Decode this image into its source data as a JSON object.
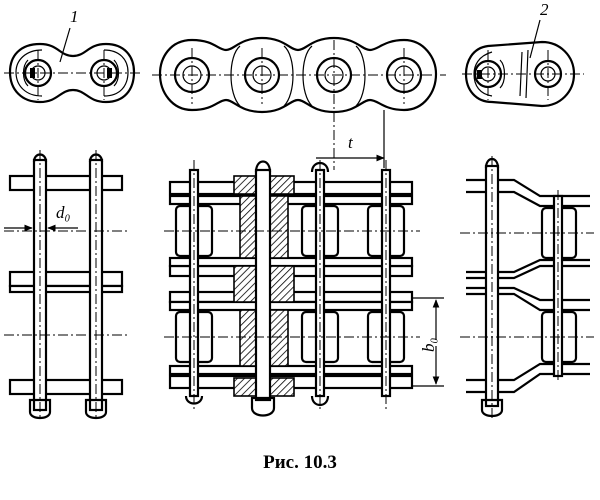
{
  "figure": {
    "caption": "Рис. 10.3",
    "labels": {
      "part_1": "1",
      "part_2": "2",
      "pitch": "t",
      "pin_diameter": "d₀",
      "width": "b₀"
    }
  }
}
